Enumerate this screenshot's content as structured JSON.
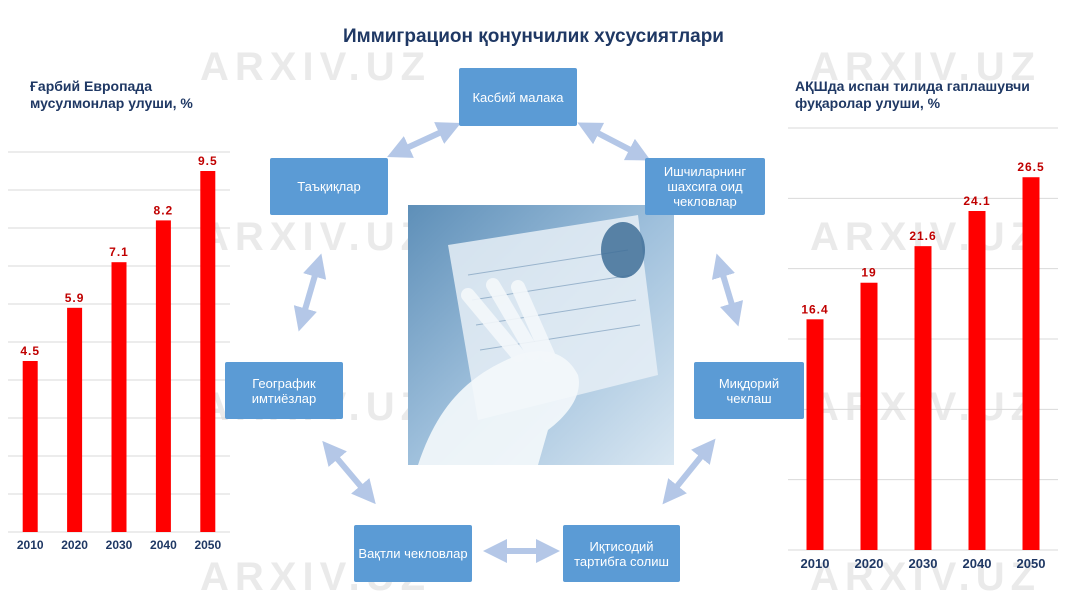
{
  "title": "Иммиграцион қонунчилик хусусиятлари",
  "left_chart_title": "Ғарбий Европада мусулмонлар улуши, %",
  "right_chart_title": "АҚШда испан тилида гаплашувчи фуқаролар улуши, %",
  "cycle": {
    "items": [
      "Касбий малака",
      "Ишчиларнинг шахсига оид чекловлар",
      "Миқдорий чеклаш",
      "Иқтисодий тартибга солиш",
      "Вақтли чекловлар",
      "Географик имтиёзлар",
      "Таъқиқлар"
    ]
  },
  "watermark": "ARXIV.UZ",
  "colors": {
    "bar": "#ff0000",
    "box": "#5b9bd5",
    "arrow": "#b4c7e7",
    "title": "#1f3864"
  },
  "chart_data": [
    {
      "type": "bar",
      "title": "Ғарбий Европада мусулмонлар улуши, %",
      "categories": [
        "2010",
        "2020",
        "2030",
        "2040",
        "2050"
      ],
      "values": [
        4.5,
        5.9,
        7.1,
        8.2,
        9.5
      ],
      "ylim": [
        0,
        10
      ],
      "grid": true,
      "data_labels": true
    },
    {
      "type": "bar",
      "title": "АҚШда испан тилида гаплашувчи фуқаролар улуши, %",
      "categories": [
        "2010",
        "2020",
        "2030",
        "2040",
        "2050"
      ],
      "values": [
        16.4,
        19,
        21.6,
        24.1,
        26.5
      ],
      "ylim": [
        0,
        30
      ],
      "grid": true,
      "data_labels": true
    }
  ]
}
